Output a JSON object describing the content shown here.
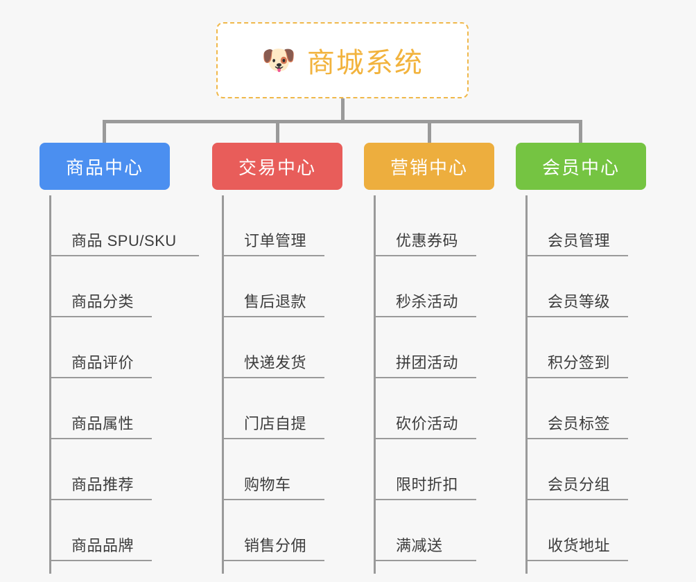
{
  "page": {
    "background_color": "#f7f7f7",
    "diagram_type": "organization-tree"
  },
  "root": {
    "icon": "shiba-dog-face-icon",
    "emoji": "🐶",
    "title": "商城系统",
    "text_color": "#f2b33d",
    "border_color": "#f0b84a",
    "background_color": "#ffffff"
  },
  "connector": {
    "color": "#9a9a9a"
  },
  "columns": [
    {
      "id": "product-center",
      "header": "商品中心",
      "color": "#4b8ff0",
      "items": [
        "商品 SPU/SKU",
        "商品分类",
        "商品评价",
        "商品属性",
        "商品推荐",
        "商品品牌"
      ]
    },
    {
      "id": "trade-center",
      "header": "交易中心",
      "color": "#e85d5a",
      "items": [
        "订单管理",
        "售后退款",
        "快递发货",
        "门店自提",
        "购物车",
        "销售分佣"
      ]
    },
    {
      "id": "marketing-center",
      "header": "营销中心",
      "color": "#edae3e",
      "items": [
        "优惠券码",
        "秒杀活动",
        "拼团活动",
        "砍价活动",
        "限时折扣",
        "满减送"
      ]
    },
    {
      "id": "member-center",
      "header": "会员中心",
      "color": "#75c442",
      "items": [
        "会员管理",
        "会员等级",
        "积分签到",
        "会员标签",
        "会员分组",
        "收货地址"
      ]
    }
  ]
}
